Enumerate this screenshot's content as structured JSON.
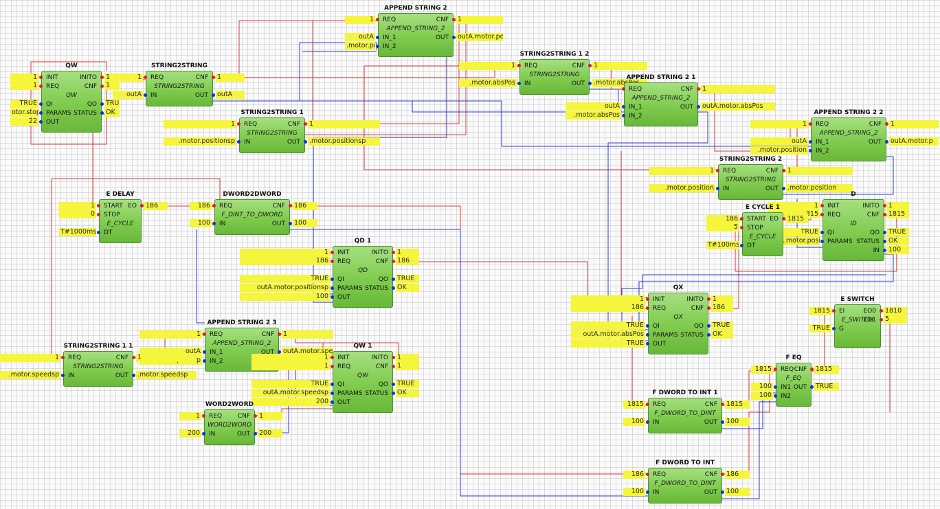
{
  "colors": {
    "event_wire": "#d63a3a",
    "data_wire": "#2a3fd0",
    "value_bg": "#f5f53c",
    "block_fill": "#7fcb4e"
  },
  "blocks": [
    {
      "id": "qw",
      "title": "QW",
      "type": "QW",
      "in": [
        "INIT",
        "REQ",
        "",
        "QI",
        "PARAMS",
        "OUT"
      ],
      "out": [
        "INITO",
        "CNF",
        "",
        "QO",
        "STATUS"
      ],
      "in_vals": [
        "1",
        "1",
        "",
        "TRUE",
        "otor.stop",
        "22"
      ],
      "out_vals": [
        "1",
        "1",
        "",
        "TRUE",
        "OK"
      ]
    },
    {
      "id": "string2string",
      "title": "STRING2STRING",
      "type": "STRING2STRING",
      "in": [
        "REQ",
        "",
        "IN"
      ],
      "out": [
        "CNF",
        "",
        "OUT"
      ],
      "in_vals": [
        "1",
        "",
        "outA"
      ],
      "out_vals": [
        "1",
        "",
        "outA"
      ]
    },
    {
      "id": "append_string_2",
      "title": "APPEND STRING 2",
      "type": "APPEND_STRING_2",
      "in": [
        "REQ",
        "",
        "IN_1",
        "IN_2"
      ],
      "out": [
        "CNF",
        "",
        "OUT"
      ],
      "in_vals": [
        "1",
        "",
        "outA",
        ".motor.positionsp"
      ],
      "out_vals": [
        "1",
        "",
        "outA.motor.positionsp"
      ]
    },
    {
      "id": "string2string_1",
      "title": "STRING2STRING 1",
      "type": "STRING2STRING",
      "in": [
        "REQ",
        "",
        "IN"
      ],
      "out": [
        "CNF",
        "",
        "OUT"
      ],
      "in_vals": [
        "1",
        "",
        ".motor.positionsp"
      ],
      "out_vals": [
        "1",
        "",
        ".motor.positionsp"
      ]
    },
    {
      "id": "string2string_1_2",
      "title": "STRING2STRING 1 2",
      "type": "STRING2STRING",
      "in": [
        "REQ",
        "",
        "IN"
      ],
      "out": [
        "CNF",
        "",
        "OUT"
      ],
      "in_vals": [
        "1",
        "",
        ".motor.absPos"
      ],
      "out_vals": [
        "1",
        "",
        ".motor.absPos"
      ]
    },
    {
      "id": "append_string_2_1",
      "title": "APPEND STRING 2 1",
      "type": "APPEND_STRING_2",
      "in": [
        "REQ",
        "",
        "IN_1",
        "IN_2"
      ],
      "out": [
        "CNF",
        "",
        "OUT"
      ],
      "in_vals": [
        "",
        "",
        "outA",
        ".motor.absPos"
      ],
      "out_vals": [
        "1",
        "",
        "outA.motor.absPos"
      ]
    },
    {
      "id": "append_string_2_2",
      "title": "APPEND STRING 2 2",
      "type": "APPEND_STRING_2",
      "in": [
        "REQ",
        "",
        "IN_1",
        "IN_2"
      ],
      "out": [
        "CNF",
        "",
        "OUT"
      ],
      "in_vals": [
        "1",
        "",
        "outA",
        ".motor.position"
      ],
      "out_vals": [
        "1",
        "",
        "outA.motor.p"
      ]
    },
    {
      "id": "string2string_2",
      "title": "STRING2STRING 2",
      "type": "STRING2STRING",
      "in": [
        "REQ",
        "",
        "IN"
      ],
      "out": [
        "CNF",
        "",
        "OUT"
      ],
      "in_vals": [
        "1",
        "",
        ".motor.position"
      ],
      "out_vals": [
        "1",
        "",
        ".motor.position"
      ]
    },
    {
      "id": "id",
      "title": "D",
      "type": "ID",
      "in": [
        "INIT",
        "REQ",
        "",
        "QI",
        "PARAMS"
      ],
      "out": [
        "INITO",
        "CNF",
        "",
        "QO",
        "STATUS",
        "IN"
      ],
      "in_vals": [
        "1",
        "315",
        "",
        "TRUE",
        "outA.motor.position"
      ],
      "out_vals": [
        "1",
        "1815",
        "",
        "TRUE",
        "OK",
        "100"
      ]
    },
    {
      "id": "e_cycle_1",
      "title": "E CYCLE 1",
      "type": "E_CYCLE",
      "in": [
        "START",
        "STOP",
        "",
        "DT"
      ],
      "out": [
        "EO"
      ],
      "in_vals": [
        "186",
        "5",
        "",
        "T#100ms"
      ],
      "out_vals": [
        "1815"
      ]
    },
    {
      "id": "e_delay",
      "title": "E DELAY",
      "type": "E_CYCLE",
      "in": [
        "START",
        "STOP",
        "",
        "DT"
      ],
      "out": [
        "EO"
      ],
      "in_vals": [
        "1",
        "0",
        "",
        "T#1000ms"
      ],
      "out_vals": [
        "186"
      ]
    },
    {
      "id": "dword2dword",
      "title": "DWORD2DWORD",
      "type": "F_DINT_TO_DWORD",
      "in": [
        "REQ",
        "",
        "IN"
      ],
      "out": [
        "CNF",
        "",
        "OUT"
      ],
      "in_vals": [
        "186",
        "",
        "100"
      ],
      "out_vals": [
        "186",
        "",
        "100"
      ]
    },
    {
      "id": "qd_1",
      "title": "QD 1",
      "type": "QD",
      "in": [
        "INIT",
        "REQ",
        "",
        "QI",
        "PARAMS",
        "OUT"
      ],
      "out": [
        "INITO",
        "CNF",
        "",
        "QO",
        "STATUS"
      ],
      "in_vals": [
        "1",
        "186",
        "",
        "TRUE",
        "outA.motor.positionsp",
        "100"
      ],
      "out_vals": [
        "1",
        "186",
        "",
        "TRUE",
        "OK"
      ]
    },
    {
      "id": "qx",
      "title": "QX",
      "type": "QX",
      "in": [
        "INIT",
        "REQ",
        "",
        "QI",
        "PARAMS",
        "OUT"
      ],
      "out": [
        "INITO",
        "CNF",
        "",
        "QO",
        "STATUS"
      ],
      "in_vals": [
        "1",
        "186",
        "",
        "TRUE",
        "outA.motor.absPos",
        "TRUE"
      ],
      "out_vals": [
        "1",
        "186",
        "",
        "TRUE",
        "OK"
      ]
    },
    {
      "id": "e_switch",
      "title": "E SWITCH",
      "type": "E_SWITCH",
      "in": [
        "EI",
        "",
        "G"
      ],
      "out": [
        "EO0",
        "EO1"
      ],
      "in_vals": [
        "1815",
        "",
        "TRUE"
      ],
      "out_vals": [
        "1810",
        "5"
      ]
    },
    {
      "id": "append_string_2_3",
      "title": "APPEND STRING 2 3",
      "type": "APPEND_STRING_2",
      "in": [
        "REQ",
        "",
        "IN_1",
        "IN_2"
      ],
      "out": [
        "CNF",
        "",
        "OUT"
      ],
      "in_vals": [
        "1",
        "",
        "outA",
        ".motor.speedsp"
      ],
      "out_vals": [
        "1",
        "",
        "outA.motor.speedsp"
      ]
    },
    {
      "id": "qw_1",
      "title": "QW 1",
      "type": "QW",
      "in": [
        "INIT",
        "REQ",
        "",
        "QI",
        "PARAMS",
        "OUT"
      ],
      "out": [
        "INITO",
        "CNF",
        "",
        "QO",
        "STATUS"
      ],
      "in_vals": [
        "1",
        "1",
        "",
        "TRUE",
        "outA.motor.speedsp",
        "200"
      ],
      "out_vals": [
        "1",
        "1",
        "",
        "TRUE",
        "OK"
      ]
    },
    {
      "id": "string2string_1_1",
      "title": "STRING2STRING 1 1",
      "type": "STRING2STRING",
      "in": [
        "REQ",
        "",
        "IN"
      ],
      "out": [
        "CNF",
        "",
        "OUT"
      ],
      "in_vals": [
        "1",
        "",
        ".motor.speedsp"
      ],
      "out_vals": [
        "1",
        "",
        ".motor.speedsp"
      ]
    },
    {
      "id": "word2word",
      "title": "WORD2WORD",
      "type": "WORD2WORD",
      "in": [
        "REQ",
        "",
        "IN"
      ],
      "out": [
        "CNF",
        "",
        "OUT"
      ],
      "in_vals": [
        "1",
        "",
        "200"
      ],
      "out_vals": [
        "1",
        "",
        "200"
      ]
    },
    {
      "id": "f_eq",
      "title": "F EQ",
      "type": "F_EQ",
      "in": [
        "REQ",
        "",
        "IN1",
        "IN2"
      ],
      "out": [
        "CNF",
        "",
        "OUT"
      ],
      "in_vals": [
        "1815",
        "",
        "100",
        "100"
      ],
      "out_vals": [
        "1815",
        "",
        "TRUE"
      ]
    },
    {
      "id": "f_dword_to_int_1",
      "title": "F DWORD TO INT 1",
      "type": "F_DWORD_TO_DINT",
      "in": [
        "REQ",
        "",
        "IN"
      ],
      "out": [
        "CNF",
        "",
        "OUT"
      ],
      "in_vals": [
        "1815",
        "",
        "100"
      ],
      "out_vals": [
        "1815",
        "",
        "100"
      ]
    },
    {
      "id": "f_dword_to_int",
      "title": "F DWORD TO INT",
      "type": "F_DWORD_TO_DINT",
      "in": [
        "REQ",
        "",
        "IN"
      ],
      "out": [
        "CNF",
        "",
        "OUT"
      ],
      "in_vals": [
        "186",
        "",
        "100"
      ],
      "out_vals": [
        "186",
        "",
        "100"
      ]
    }
  ]
}
